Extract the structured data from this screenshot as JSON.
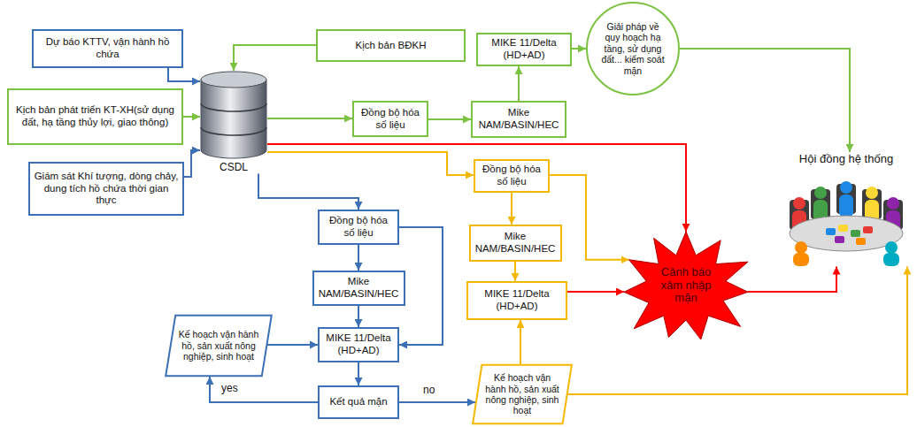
{
  "diagram": {
    "nodes": [
      {
        "text": [
          "Dự báo KTTV, vận hành hồ chứa"
        ]
      },
      {
        "text": [
          "Kịch bản BĐKH"
        ]
      },
      {
        "text": [
          "MIKE 11/Delta (HD+AD)"
        ]
      },
      {
        "text": [
          "Giải pháp về quy hoạch hạ tầng, sử dụng đất... kiểm soát mặn"
        ]
      },
      {
        "text": [
          "Kịch bản phát triển KT-XH(sử dụng đất, hạ tầng thủy lợi, giao thông)"
        ]
      },
      {
        "text": [
          "CSDL"
        ]
      },
      {
        "text": [
          "Đồng bộ hóa số liệu"
        ]
      },
      {
        "text": [
          "Mike NAM/BASIN/HEC"
        ]
      },
      {
        "text": [
          "Giám sát Khí tượng, dòng chảy, dung tích hồ chứa thời gian thực"
        ]
      },
      {
        "text": [
          "Đồng bộ hóa số liệu"
        ]
      },
      {
        "text": [
          "Hội đồng hệ thống"
        ]
      },
      {
        "text": [
          "Đồng bộ hóa số liệu"
        ]
      },
      {
        "text": [
          "Mike NAM/BASIN/HEC"
        ]
      },
      {
        "text": [
          "Cảnh báo xâm nhập mặn"
        ]
      },
      {
        "text": [
          "Mike NAM/BASIN/HEC"
        ]
      },
      {
        "text": [
          "MIKE 11/Delta (HD+AD)"
        ]
      },
      {
        "text": [
          "Kế hoạch vận hành hồ, sản xuất nông nghiệp, sinh hoạt"
        ]
      },
      {
        "text": [
          "MIKE 11/Delta (HD+AD)"
        ]
      },
      {
        "text": [
          "Kết quả mặn"
        ]
      },
      {
        "text": [
          "Kế hoạch vận hành hồ, sản xuất nông nghiệp, sinh hoạt"
        ]
      }
    ],
    "edges": [
      {
        "from": 0,
        "to": 5,
        "arrow": "to"
      },
      {
        "from": 1,
        "to": 5,
        "arrow": "to"
      },
      {
        "from": 4,
        "to": 5,
        "arrow": "to"
      },
      {
        "from": 8,
        "to": 5,
        "arrow": "to"
      },
      {
        "from": 5,
        "to": 6,
        "arrow": "to"
      },
      {
        "from": 6,
        "to": 7,
        "arrow": "to"
      },
      {
        "from": 7,
        "to": 2,
        "arrow": "to"
      },
      {
        "from": 2,
        "to": 3,
        "arrow": "to"
      },
      {
        "from": 3,
        "to": 10,
        "arrow": "to"
      },
      {
        "from": 5,
        "to": 13,
        "arrow": "to"
      },
      {
        "from": 5,
        "to": 9,
        "arrow": "to"
      },
      {
        "from": 9,
        "to": 12,
        "arrow": "to"
      },
      {
        "from": 12,
        "to": 15,
        "arrow": "to"
      },
      {
        "from": 9,
        "to": 13,
        "arrow": "to"
      },
      {
        "from": 15,
        "to": 13,
        "arrow": "to"
      },
      {
        "from": 13,
        "to": 10,
        "arrow": "to"
      },
      {
        "from": 19,
        "to": 15,
        "arrow": "to"
      },
      {
        "from": 19,
        "to": 10,
        "arrow": "to"
      },
      {
        "from": 5,
        "to": 11,
        "arrow": "to"
      },
      {
        "from": 11,
        "to": 14,
        "arrow": "to"
      },
      {
        "from": 11,
        "to": 17,
        "arrow": "to"
      },
      {
        "from": 14,
        "to": 17,
        "arrow": "to"
      },
      {
        "from": 17,
        "to": 18,
        "arrow": "to"
      },
      {
        "from": 16,
        "to": 17,
        "arrow": "to"
      },
      {
        "from": 18,
        "to": 16,
        "label": "yes",
        "arrow": "to"
      },
      {
        "from": 18,
        "to": 19,
        "label": "no",
        "arrow": "to"
      }
    ]
  }
}
